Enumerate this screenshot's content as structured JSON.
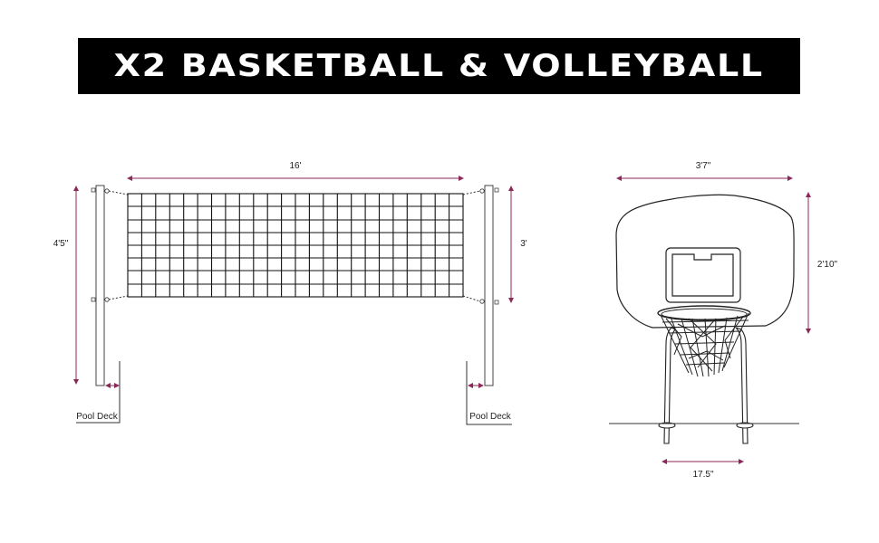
{
  "title": "X2 BASKETBALL & VOLLEYBALL",
  "colors": {
    "banner_bg": "#000000",
    "banner_text": "#ffffff",
    "dimension_line": "#8b2a5a",
    "drawing_line": "#1a1a1a"
  },
  "volleyball": {
    "net_width_label": "16'",
    "post_height_label": "4'5\"",
    "net_height_label": "3'",
    "left_base_label": "Pool Deck",
    "right_base_label": "Pool Deck",
    "net_rows": 8,
    "net_columns": 24
  },
  "basketball": {
    "backboard_width_label": "3'7\"",
    "backboard_height_label": "2'10\"",
    "leg_spacing_label": "17.5\""
  }
}
